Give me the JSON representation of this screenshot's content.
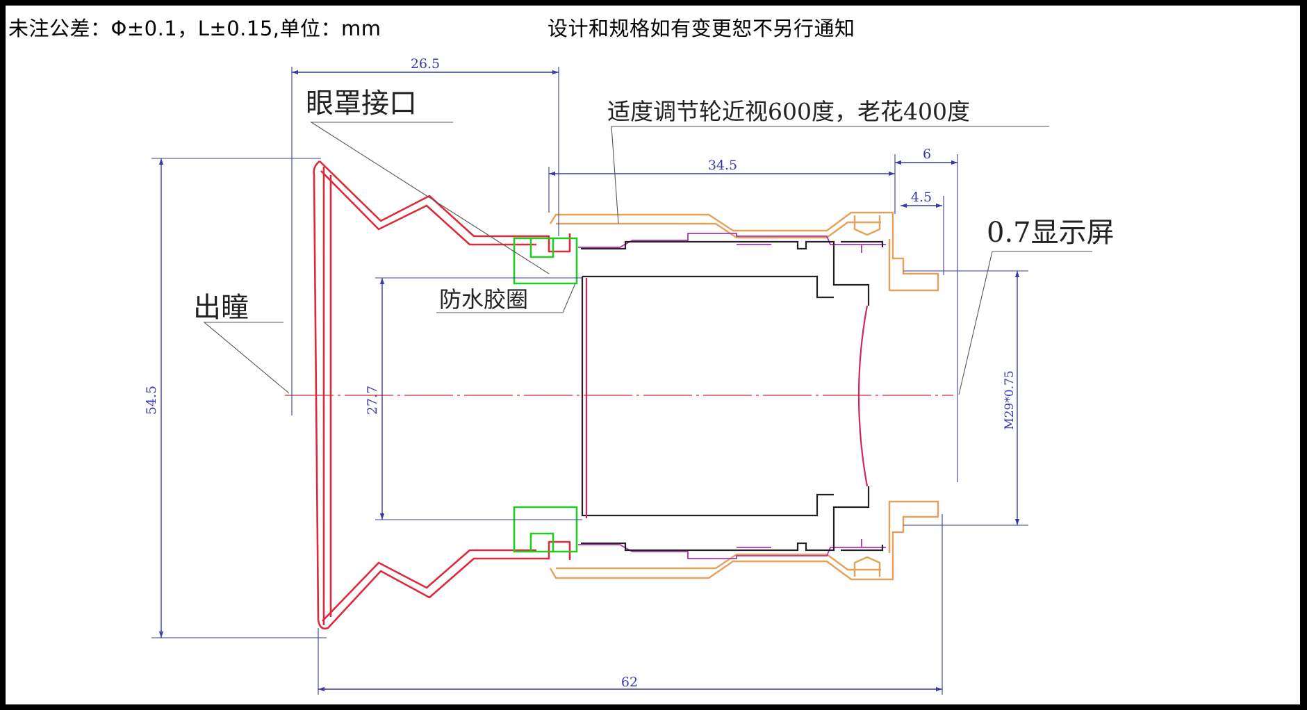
{
  "header": {
    "tolerance_note": "未注公差：Φ±0.1，L±0.15,单位：mm",
    "change_notice": "设计和规格如有变更恕不另行通知"
  },
  "labels": {
    "eyecup_interface": "眼罩接口",
    "exit_pupil": "出瞳",
    "waterproof_ring": "防水胶圈",
    "focus_wheel": "适度调节轮近视600度，老花400度",
    "display": "0.7显示屏"
  },
  "dimensions": {
    "eyecup_length": "26.5",
    "tube_length": "34.5",
    "flange_width": "6",
    "flange_inner": "4.5",
    "overall_height": "54.5",
    "inner_diameter": "27.7",
    "thread": "M29*0.75",
    "overall_length": "62"
  },
  "colors": {
    "eyecup": "#dd2a3a",
    "gasket": "#22cc22",
    "housing": "#e3a15a",
    "inner": "#b030b0",
    "dimension": "#3a3aa8",
    "structure": "#000000",
    "axis": "#e05050"
  }
}
